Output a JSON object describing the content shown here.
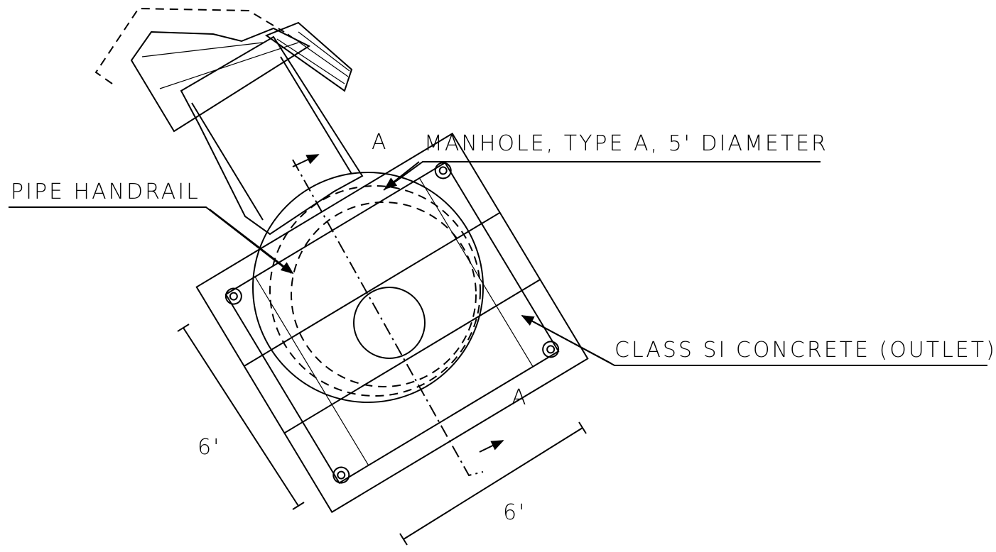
{
  "labels": {
    "manhole": "MANHOLE, TYPE A, 5' DIAMETER",
    "handrail": "PIPE HANDRAIL",
    "concrete": "CLASS SI CONCRETE (OUTLET)",
    "section_top": "A",
    "section_bottom": "A",
    "dim_left": "6'",
    "dim_bottom": "6'"
  }
}
